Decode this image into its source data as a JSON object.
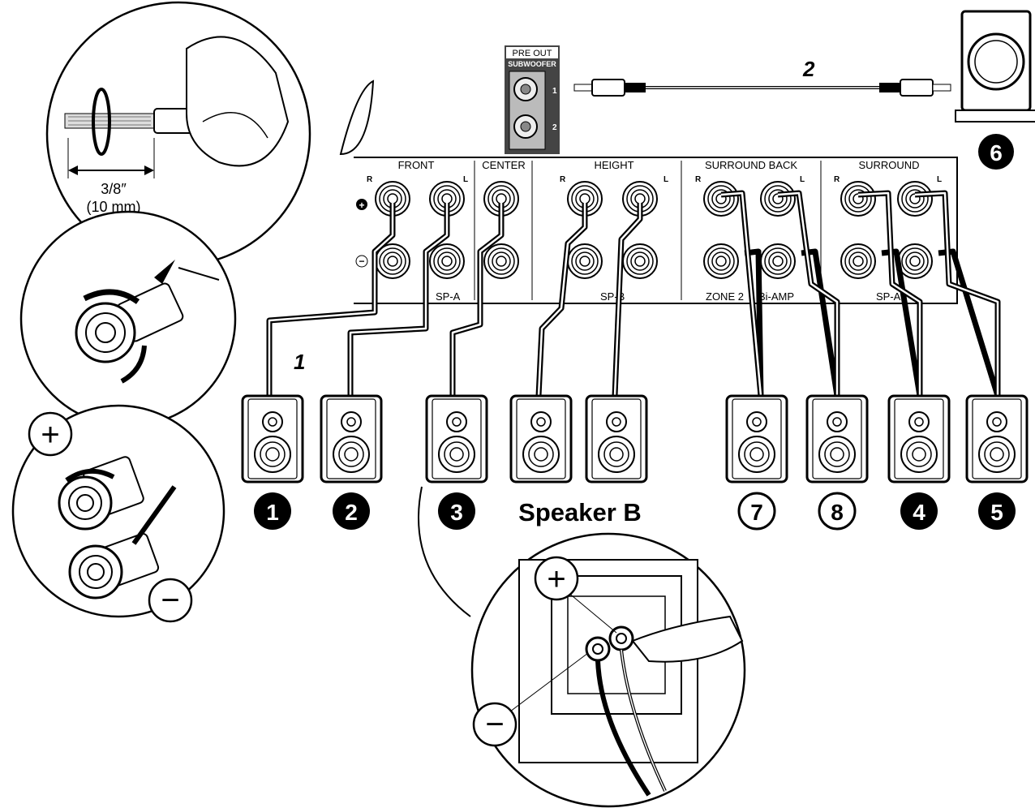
{
  "preout": {
    "title": "PRE OUT",
    "sub": "SUBWOOFER",
    "jack1": "1",
    "jack2": "2"
  },
  "cable_labels": {
    "speaker_cable": "1",
    "subwoofer_cable": "2"
  },
  "strip_length": {
    "inch": "3/8″",
    "mm": "(10 mm)"
  },
  "panel": {
    "sections": [
      "FRONT",
      "CENTER",
      "HEIGHT",
      "SURROUND BACK",
      "SURROUND"
    ],
    "channel_marks": {
      "r": "R",
      "l": "L"
    },
    "bottom": [
      "SP-A",
      "SP-B",
      "ZONE 2",
      "Bi-AMP",
      "SP-A"
    ]
  },
  "polarity": {
    "plus": "+",
    "minus": "−"
  },
  "speakers": [
    {
      "num": "1",
      "style": "filled"
    },
    {
      "num": "2",
      "style": "filled"
    },
    {
      "num": "3",
      "style": "filled"
    },
    {
      "num": "7",
      "style": "outline"
    },
    {
      "num": "8",
      "style": "outline"
    },
    {
      "num": "4",
      "style": "filled"
    },
    {
      "num": "5",
      "style": "filled"
    }
  ],
  "subwoofer_num": "6",
  "speaker_b_label": "Speaker B"
}
